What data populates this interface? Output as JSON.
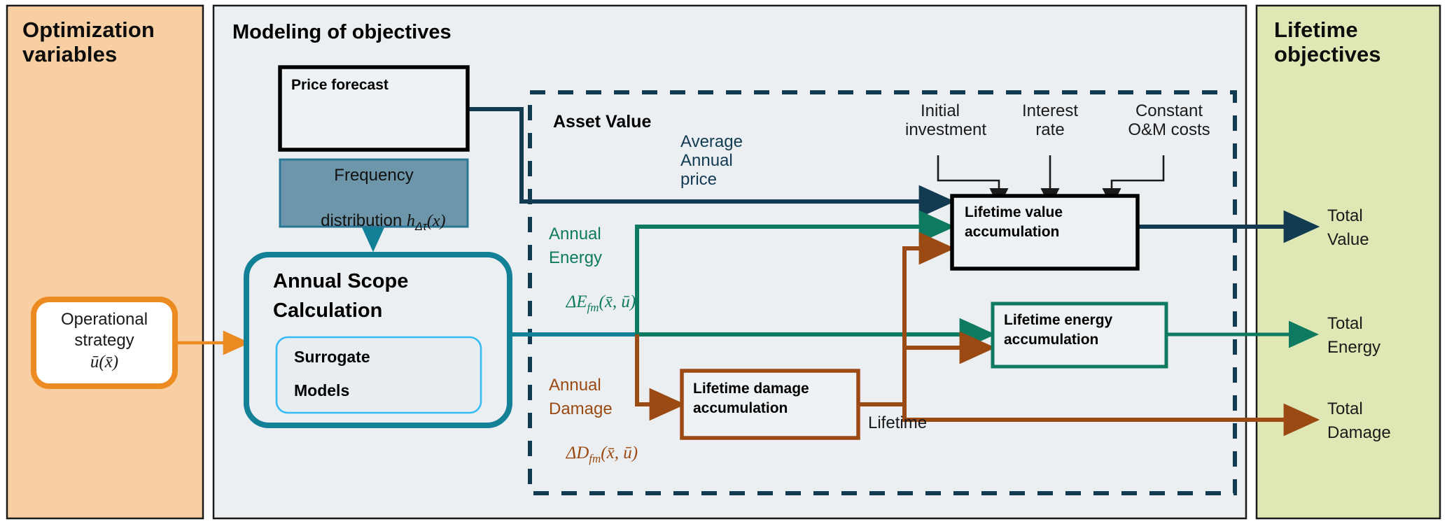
{
  "panels": {
    "left": {
      "title": "Optimization\nvariables",
      "fill": "#f8cfa2",
      "node": {
        "line1": "Operational",
        "line2": "strategy",
        "math": "ū(x̄)",
        "border": "#ed8b23"
      }
    },
    "center": {
      "title": "Modeling of objectives",
      "fill": "#eceff2"
    },
    "right": {
      "title": "Lifetime\nobjectives",
      "fill": "#dfe8b4",
      "outputs": [
        {
          "line1": "Total",
          "line2": "Value",
          "color": "#0e3c55"
        },
        {
          "line1": "Total",
          "line2": "Energy",
          "color": "#0e7a5f"
        },
        {
          "line1": "Total",
          "line2": "Damage",
          "color": "#9a4a12"
        }
      ]
    }
  },
  "boxes": {
    "price_forecast": {
      "label": "Price forecast",
      "border": "#000000",
      "fill": "#eff2f4"
    },
    "frequency_distribution": {
      "line1": "Frequency",
      "line2": "distribution ",
      "math": "h",
      "mathsub": "Δτ",
      "matharg": "(x)",
      "border": "#2a7795",
      "fill": "#6e96ab"
    },
    "annual_scope": {
      "line1": "Annual Scope",
      "line2": "Calculation",
      "border": "#128096",
      "fill": "#eceff2"
    },
    "surrogate_models": {
      "line1": "Surrogate",
      "line2": "Models",
      "border": "#35bdf2",
      "fill": "#e8edf1"
    },
    "lifetime_value": {
      "line1": "Lifetime value",
      "line2": "accumulation",
      "border": "#000000",
      "fill": "#eff2f4"
    },
    "lifetime_energy": {
      "line1": "Lifetime energy",
      "line2": "accumulation",
      "border": "#0e7a5f",
      "fill": "#eff2f4"
    },
    "lifetime_damage": {
      "line1": "Lifetime damage",
      "line2": "accumulation",
      "border": "#9a4a12",
      "fill": "#eff2f4"
    }
  },
  "group": {
    "asset_value": {
      "label": "Asset Value",
      "border": "#123b52",
      "style": "dashed"
    }
  },
  "labels": {
    "average_annual_price": {
      "text": "Average\nAnnual\nprice",
      "color": "#123b52"
    },
    "annual_energy": {
      "line1": "Annual",
      "line2": "Energy",
      "math": "ΔE",
      "mathsub": "fm",
      "matharg": "(x̄, ū)",
      "color": "#0e7a5f"
    },
    "annual_damage": {
      "line1": "Annual",
      "line2": "Damage",
      "math": "ΔD",
      "mathsub": "fm",
      "matharg": "(x̄, ū)",
      "color": "#9a4a12"
    },
    "initial_investment": {
      "text": "Initial\ninvestment",
      "color": "#1a1a1a"
    },
    "interest_rate": {
      "text": "Interest\nrate",
      "color": "#1a1a1a"
    },
    "om_costs": {
      "text": "Constant\nO&M costs",
      "color": "#1a1a1a"
    },
    "lifetime": {
      "text": "Lifetime",
      "color": "#1a1a1a"
    }
  },
  "colors": {
    "navy": "#123b52",
    "green": "#0e7a5f",
    "brown": "#9a4a12",
    "teal": "#128096",
    "orange": "#ed8b23",
    "black": "#000000",
    "panel_border": "#1a1a1a"
  }
}
